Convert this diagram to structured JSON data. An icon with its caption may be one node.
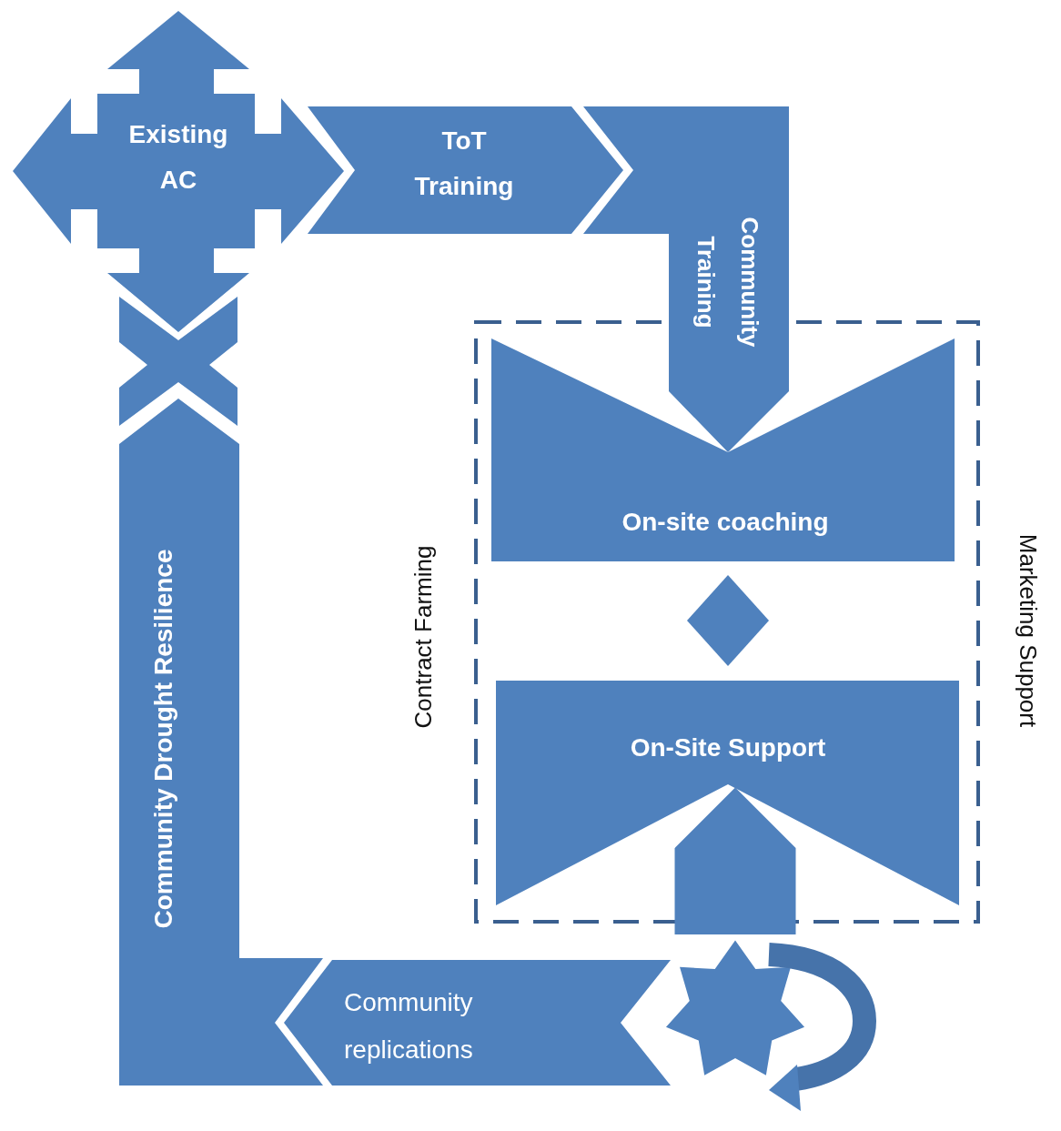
{
  "diagram": {
    "nodes": [
      {
        "text": [
          "Existing AC"
        ]
      },
      {
        "text": [
          "ToT Training"
        ]
      },
      {
        "text": [
          "Community Training"
        ]
      },
      {
        "text": [
          "Contract Farming",
          "Marketing Support"
        ]
      },
      {
        "text": [
          "On-site coaching"
        ],
        "in": 3
      },
      {
        "text": [],
        "shape": "diamond",
        "in": 3
      },
      {
        "text": [
          "On-Site Support"
        ],
        "in": 3
      },
      {
        "text": [
          "Community replications"
        ]
      },
      {
        "text": [],
        "shape": "star"
      },
      {
        "text": [
          "Community Drought Resilience"
        ]
      }
    ],
    "edges": [
      {
        "from": 8,
        "to": 6,
        "arrow": "to"
      }
    ]
  }
}
